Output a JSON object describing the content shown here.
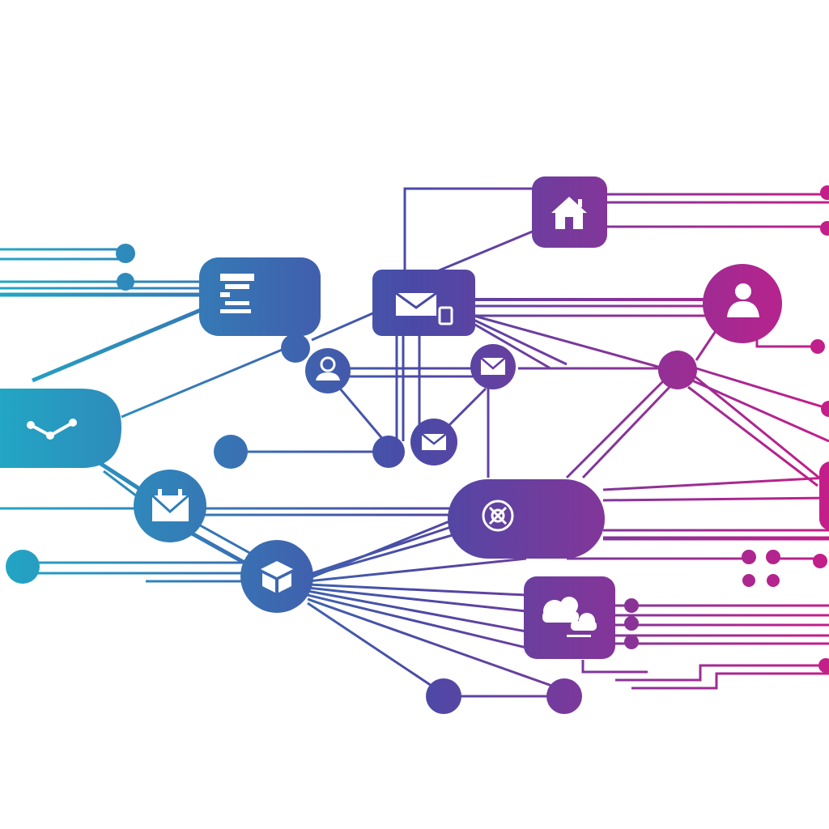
{
  "palette": {
    "background": "#ffffff",
    "gradient_start": "#22a6c4",
    "gradient_mid": "#4a4aa6",
    "gradient_end": "#c41e8a",
    "icon_color": "#ffffff"
  },
  "nodes": [
    {
      "id": "home-node",
      "shape": "rounded-square",
      "icon": "home-icon"
    },
    {
      "id": "user-node",
      "shape": "circle",
      "icon": "user-icon"
    },
    {
      "id": "document-node",
      "shape": "rounded-rect",
      "icon": "document-icon"
    },
    {
      "id": "mail-box-node",
      "shape": "rounded-rect",
      "icon": "mail-icon"
    },
    {
      "id": "location-node",
      "shape": "circle",
      "icon": "location-user-icon"
    },
    {
      "id": "mail-circle-node-top",
      "shape": "circle",
      "icon": "mail-icon"
    },
    {
      "id": "mail-circle-node-mid",
      "shape": "circle",
      "icon": "mail-icon"
    },
    {
      "id": "analytics-node",
      "shape": "pill",
      "icon": "line-chart-icon"
    },
    {
      "id": "calendar-mail-node",
      "shape": "circle",
      "icon": "calendar-mail-icon"
    },
    {
      "id": "box-node",
      "shape": "circle",
      "icon": "package-icon"
    },
    {
      "id": "hub-node",
      "shape": "pill",
      "icon": "network-icon"
    },
    {
      "id": "cloud-node",
      "shape": "rounded-square",
      "icon": "cloud-icon"
    }
  ]
}
